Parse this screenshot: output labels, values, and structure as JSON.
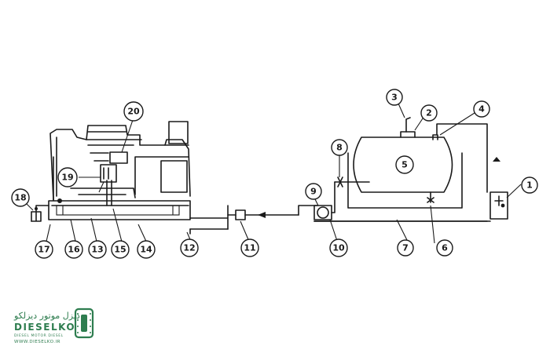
{
  "callouts": [
    "1",
    "2",
    "3",
    "4",
    "5",
    "6",
    "7",
    "8",
    "9",
    "10",
    "11",
    "12",
    "13",
    "14",
    "15",
    "16",
    "17",
    "18",
    "19",
    "20"
  ],
  "logo": {
    "name": "DIESELKO",
    "tagline": "DIESEL MOTOR DIESEL",
    "url": "WWW.DIESELKO.IR",
    "persian": "دیزل موتور دیزلکو"
  }
}
